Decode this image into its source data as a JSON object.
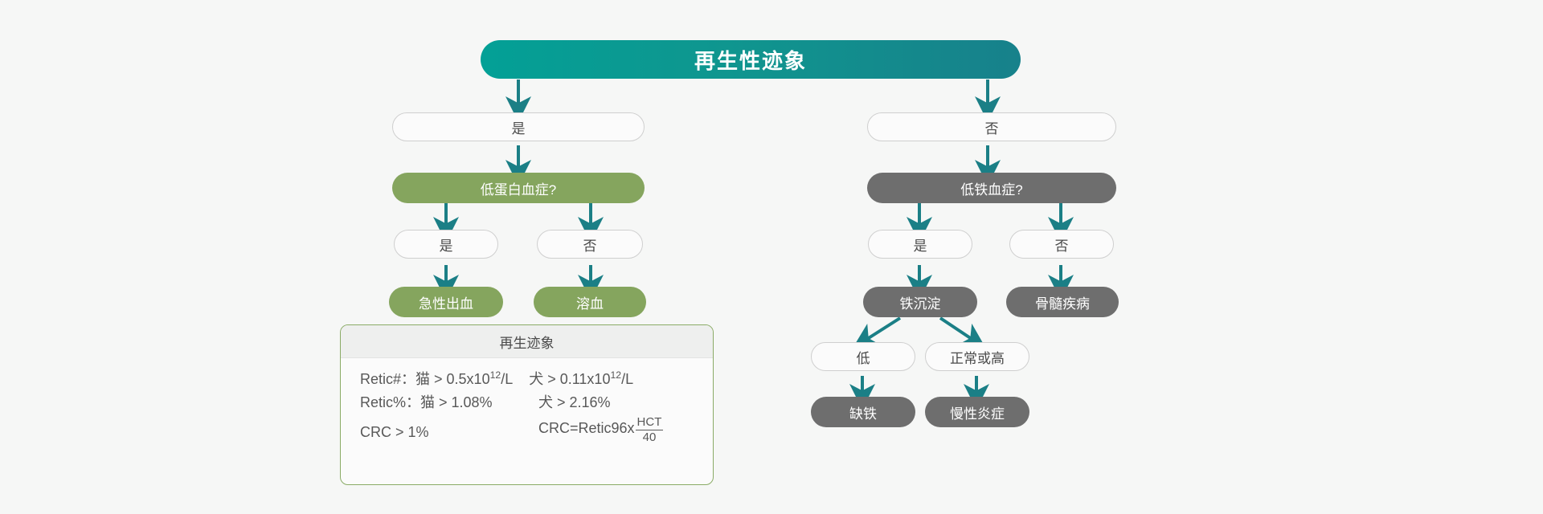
{
  "diagram": {
    "title": "再生性迹象",
    "accent_teal": "#0f968f",
    "accent_green": "#85a55e",
    "accent_gray": "#6e6e6e",
    "background": "#f6f7f6",
    "arrow_color": "#1b7f86"
  },
  "left_branch": {
    "answer": "是",
    "decision": "低蛋白血症?",
    "yes_label": "是",
    "no_label": "否",
    "yes_outcome": "急性出血",
    "no_outcome": "溶血"
  },
  "right_branch": {
    "answer": "否",
    "decision": "低铁血症?",
    "yes_label": "是",
    "no_label": "否",
    "yes_outcome": "铁沉淀",
    "no_outcome": "骨髓疾病",
    "low_label": "低",
    "normal_high_label": "正常或高",
    "low_outcome": "缺铁",
    "normal_high_outcome": "慢性炎症"
  },
  "infobox": {
    "header": "再生迹象",
    "rows": [
      {
        "left_prefix": "Retic#：猫 > 0.5x10",
        "left_exp": "12",
        "left_suffix": "/L",
        "right_prefix": "犬 > 0.11x10",
        "right_exp": "12",
        "right_suffix": "/L"
      }
    ],
    "retic_pct_left": "Retic%：猫 > 1.08%",
    "retic_pct_right": "犬 > 2.16%",
    "crc_left": "CRC > 1%",
    "crc_right_prefix": "CRC=Retic96x",
    "crc_numerator": "HCT",
    "crc_denominator": "40"
  }
}
